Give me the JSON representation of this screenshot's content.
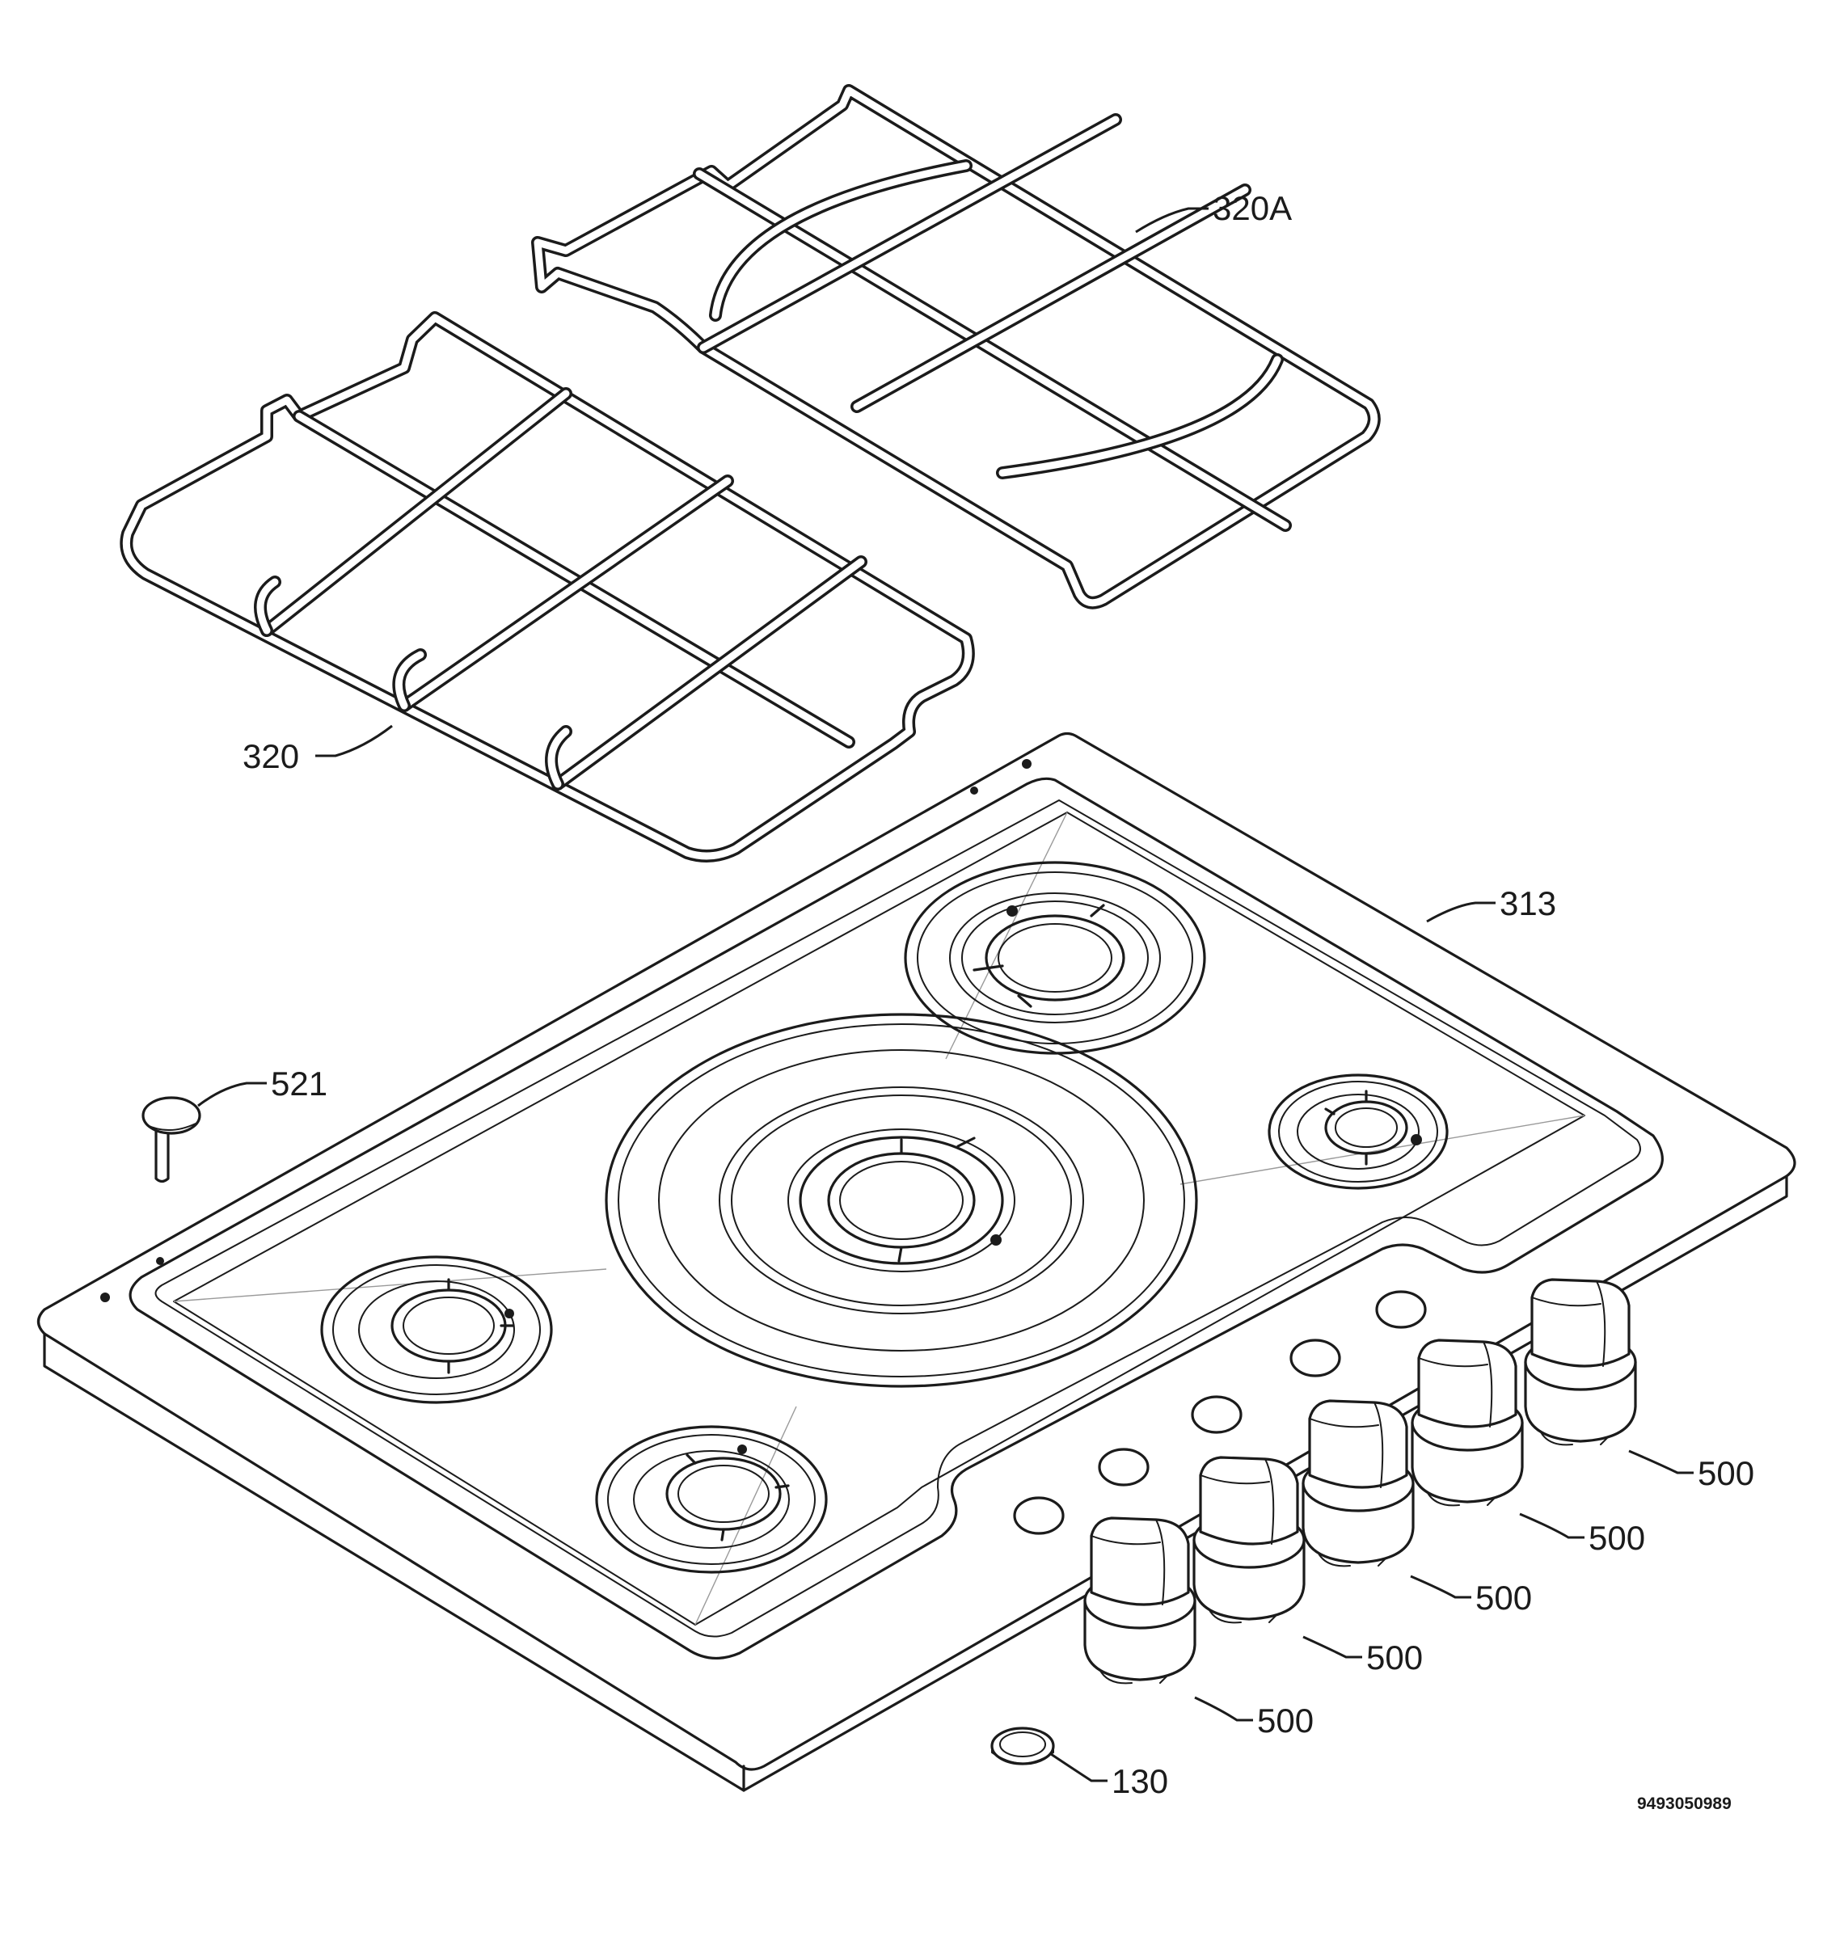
{
  "drawing_number": "9493050989",
  "callouts": {
    "pan_support_right": "320A",
    "pan_support_left": "320",
    "hob_top": "313",
    "pin": "521",
    "knob_1": "500",
    "knob_2": "500",
    "knob_3": "500",
    "knob_4": "500",
    "knob_5": "500",
    "seal_ring": "130"
  }
}
